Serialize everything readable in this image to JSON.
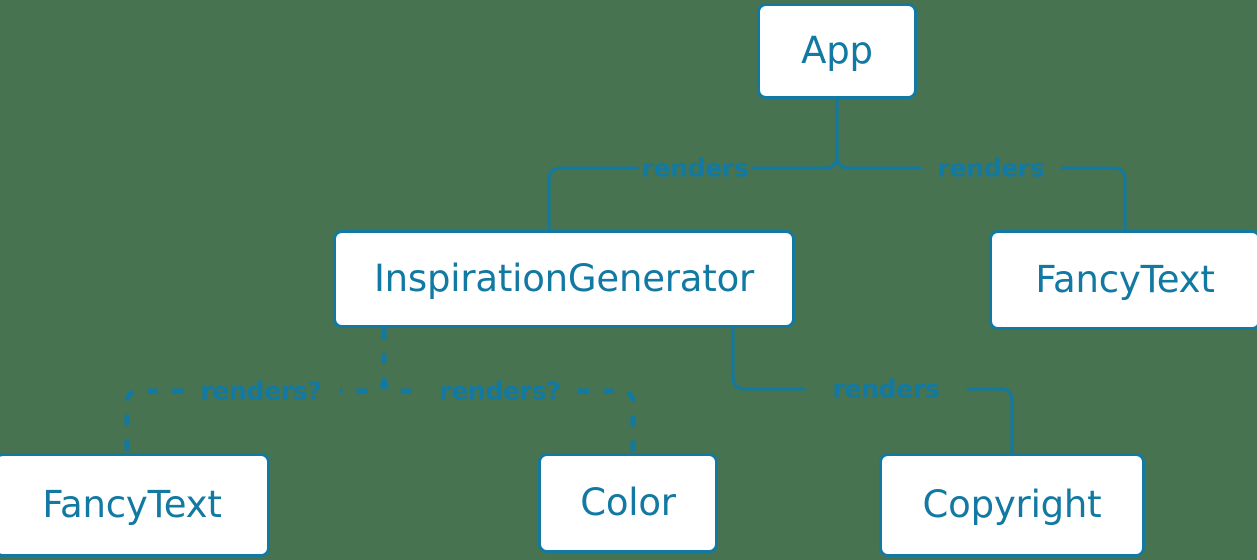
{
  "diagram": {
    "type": "component-tree",
    "background_color": "#477350",
    "accent_color": "#1279a3",
    "node_fill_color": "#ffffff",
    "nodes": [
      {
        "id": "app",
        "label": "App"
      },
      {
        "id": "inspiration",
        "label": "InspirationGenerator"
      },
      {
        "id": "fancytext-right",
        "label": "FancyText"
      },
      {
        "id": "fancytext-left",
        "label": "FancyText"
      },
      {
        "id": "color",
        "label": "Color"
      },
      {
        "id": "copyright",
        "label": "Copyright"
      }
    ],
    "edges": [
      {
        "id": "app-inspiration",
        "from": "app",
        "to": "inspiration",
        "label": "renders",
        "style": "solid"
      },
      {
        "id": "app-fancytext",
        "from": "app",
        "to": "fancytext-right",
        "label": "renders",
        "style": "solid"
      },
      {
        "id": "ig-fancytext-left",
        "from": "inspiration",
        "to": "fancytext-left",
        "label": "renders?",
        "style": "dashed"
      },
      {
        "id": "ig-color",
        "from": "inspiration",
        "to": "color",
        "label": "renders?",
        "style": "dashed"
      },
      {
        "id": "ig-copyright",
        "from": "inspiration",
        "to": "copyright",
        "label": "renders",
        "style": "solid"
      }
    ]
  }
}
